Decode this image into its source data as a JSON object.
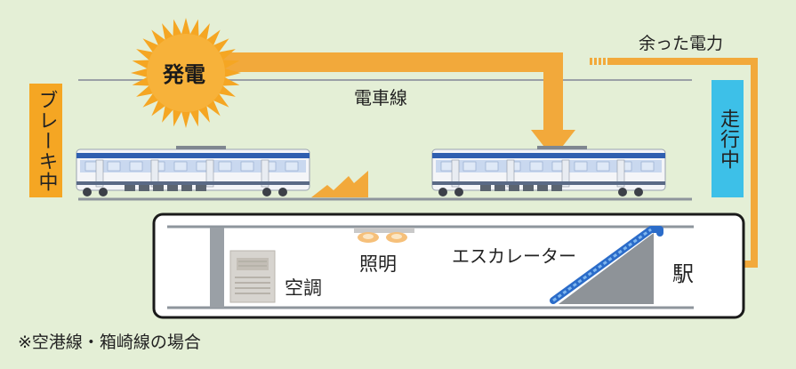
{
  "labels": {
    "generation": "発電",
    "surplus_power": "余った電力",
    "overhead_line": "電車線",
    "braking": "ブレーキ中",
    "running": "走行中",
    "air_conditioning": "空調",
    "lighting": "照明",
    "escalator": "エスカレーター",
    "station": "駅",
    "footnote": "※空港線・箱崎線の場合"
  },
  "colors": {
    "background": "#e4efd6",
    "arrow": "#f2a93b",
    "sun": "#f5a623",
    "braking_label_bg": "#f5a623",
    "running_label_bg": "#3dc0e8",
    "train_body": "#f4f5f8",
    "train_stripe": "#2f5fb0"
  }
}
